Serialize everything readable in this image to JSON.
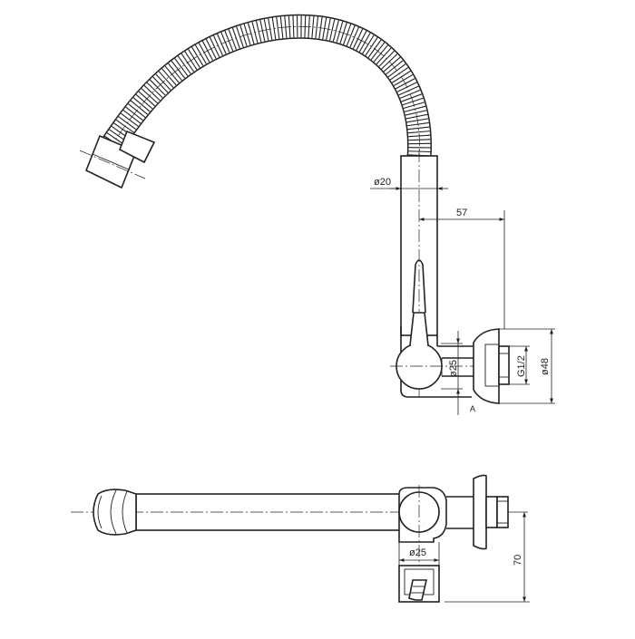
{
  "colors": {
    "line": "#222222",
    "background": "#ffffff"
  },
  "front_view": {
    "dim_tube_diameter": "ø20",
    "dim_reach": "57",
    "dim_body_diameter": "ø25",
    "dim_thread": "G1/2",
    "dim_flange_diameter": "ø48",
    "section_marker": "A"
  },
  "top_view": {
    "dim_body_diameter": "ø25",
    "dim_offset": "70"
  }
}
